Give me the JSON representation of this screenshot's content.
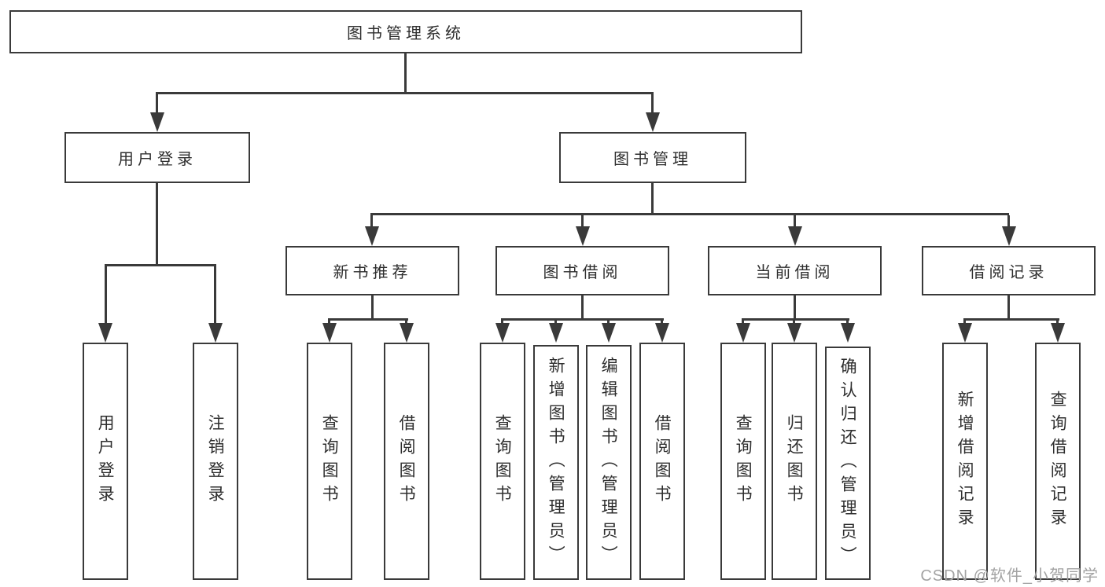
{
  "tree": {
    "root": {
      "label": "图书管理系统",
      "children": [
        {
          "label": "用户登录",
          "children": [
            {
              "label": "用户登录"
            },
            {
              "label": "注销登录"
            }
          ]
        },
        {
          "label": "图书管理",
          "children": [
            {
              "label": "新书推荐",
              "children": [
                {
                  "label": "查询图书"
                },
                {
                  "label": "借阅图书"
                }
              ]
            },
            {
              "label": "图书借阅",
              "children": [
                {
                  "label": "查询图书"
                },
                {
                  "label": "新增图书（管理员）"
                },
                {
                  "label": "编辑图书（管理员）"
                },
                {
                  "label": "借阅图书"
                }
              ]
            },
            {
              "label": "当前借阅",
              "children": [
                {
                  "label": "查询图书"
                },
                {
                  "label": "归还图书"
                },
                {
                  "label": "确认归还（管理员）"
                }
              ]
            },
            {
              "label": "借阅记录",
              "children": [
                {
                  "label": "新增借阅记录"
                },
                {
                  "label": "查询借阅记录"
                }
              ]
            }
          ]
        }
      ]
    }
  },
  "watermark": {
    "text": "CSDN @软件_小贺同学"
  },
  "colors": {
    "line": "#3a3a3a",
    "text": "#2e2e2e",
    "box_fill": "#ffffff",
    "background": "#ffffff",
    "watermark": "#a3a3a3"
  }
}
